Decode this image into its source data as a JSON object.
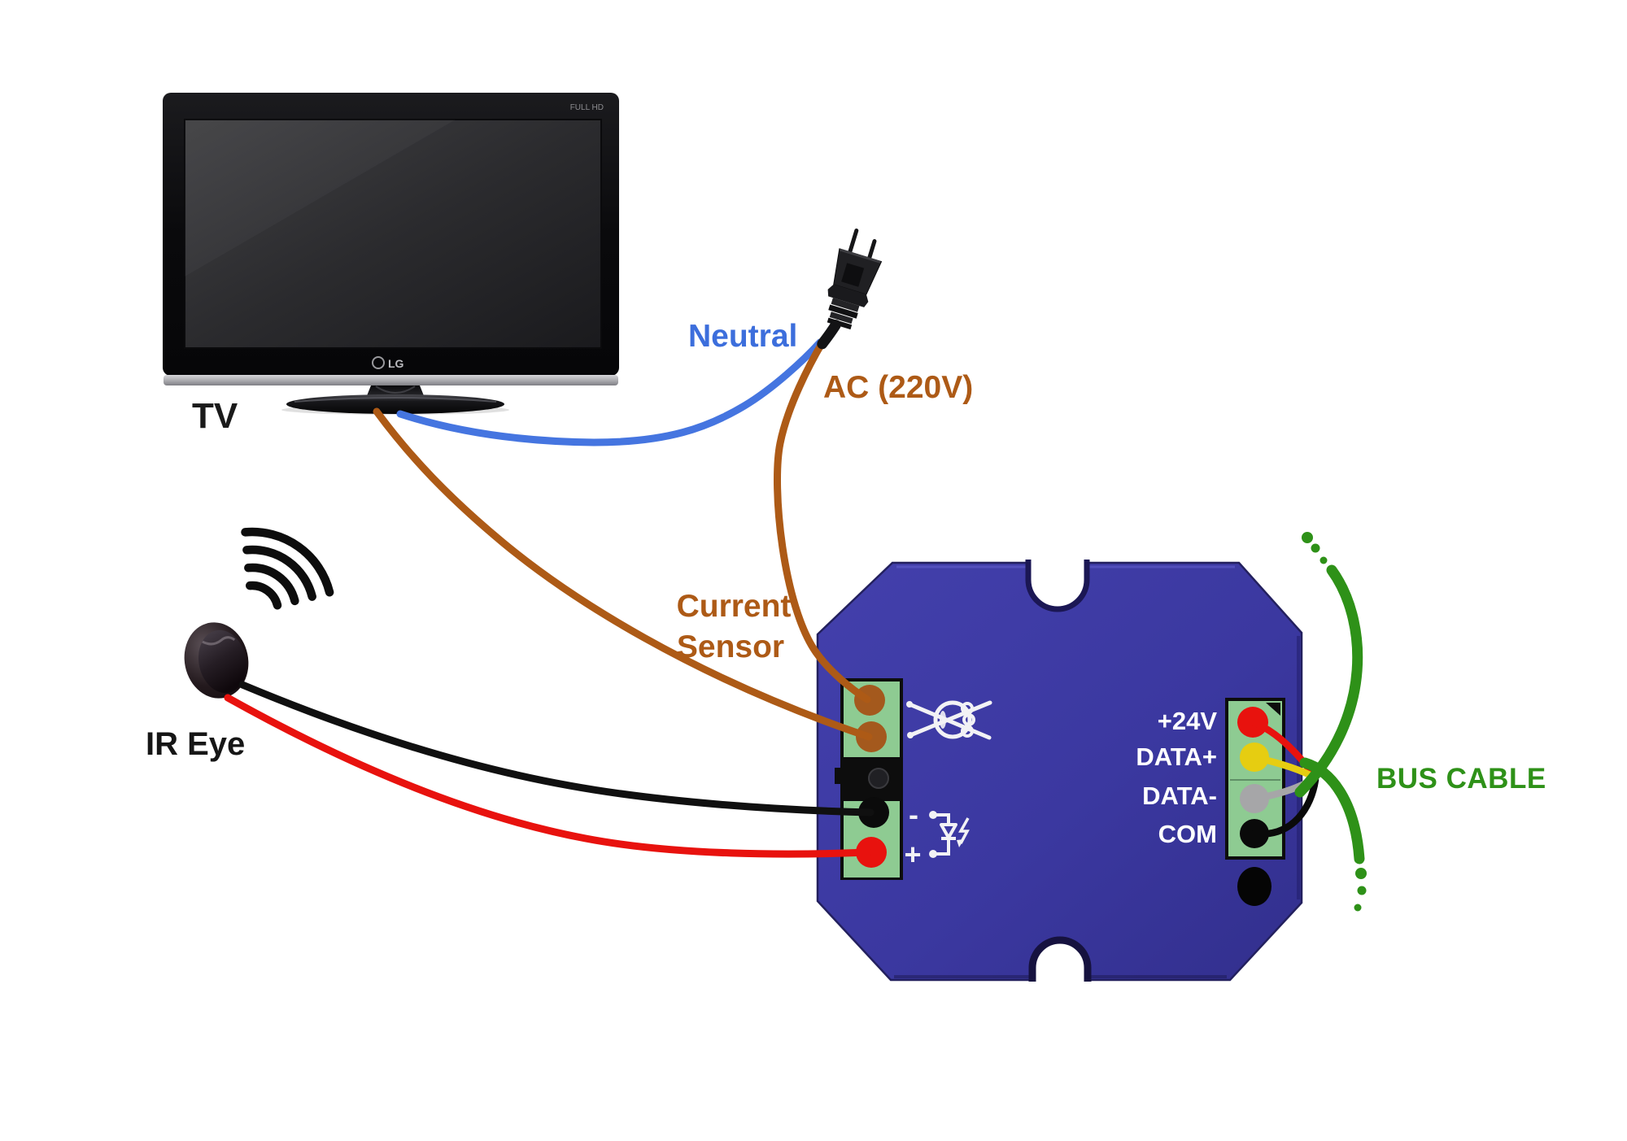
{
  "tv": {
    "label": "TV",
    "brand_logo": "LG",
    "corner_badge": "FULL HD"
  },
  "ir_eye": {
    "label": "IR Eye"
  },
  "power": {
    "neutral_label": "Neutral",
    "ac_label": "AC (220V)"
  },
  "current_sensor": {
    "line1": "Current",
    "line2": "Sensor"
  },
  "bus": {
    "label": "BUS CABLE"
  },
  "module": {
    "right_terminals": [
      {
        "label": "+24V",
        "wire_color": "#e8120e"
      },
      {
        "label": "DATA+",
        "wire_color": "#e6cd11"
      },
      {
        "label": "DATA-",
        "wire_color": "#a6a6a8"
      },
      {
        "label": "COM",
        "wire_color": "#0a0a0a"
      }
    ],
    "ir_input": {
      "minus": "-",
      "plus": "+"
    }
  },
  "colors": {
    "module_blue": "#3b38a0",
    "terminal_green": "#8ecb92",
    "wire_neutral_blue": "#4575e0",
    "wire_live_brown": "#ad5a16",
    "wire_red": "#e8120e",
    "wire_black": "#101010",
    "bus_green": "#2e9118",
    "label_blue": "#3c6edc",
    "label_brown": "#ad5a16",
    "label_green": "#2e9118",
    "label_black": "#1a1a1a"
  }
}
